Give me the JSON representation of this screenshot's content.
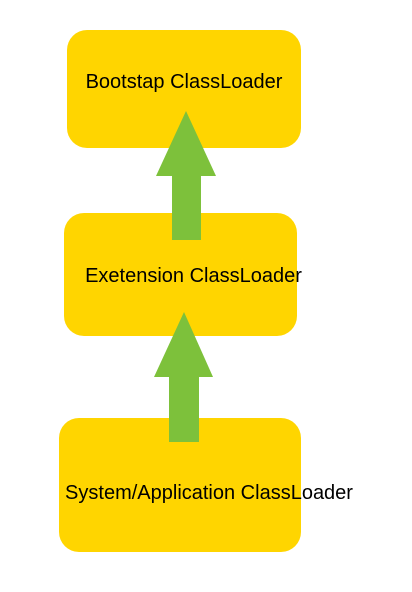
{
  "diagram": {
    "colors": {
      "box_fill": "#FFD500",
      "arrow_fill": "#7DC13B"
    },
    "nodes": {
      "bootstrap": {
        "label": "Bootstap ClassLoader"
      },
      "extension": {
        "label": "Exetension ClassLoader"
      },
      "system": {
        "label": "System/Application ClassLoader"
      }
    },
    "edges": [
      {
        "from": "extension",
        "to": "bootstrap"
      },
      {
        "from": "system",
        "to": "extension"
      }
    ]
  }
}
